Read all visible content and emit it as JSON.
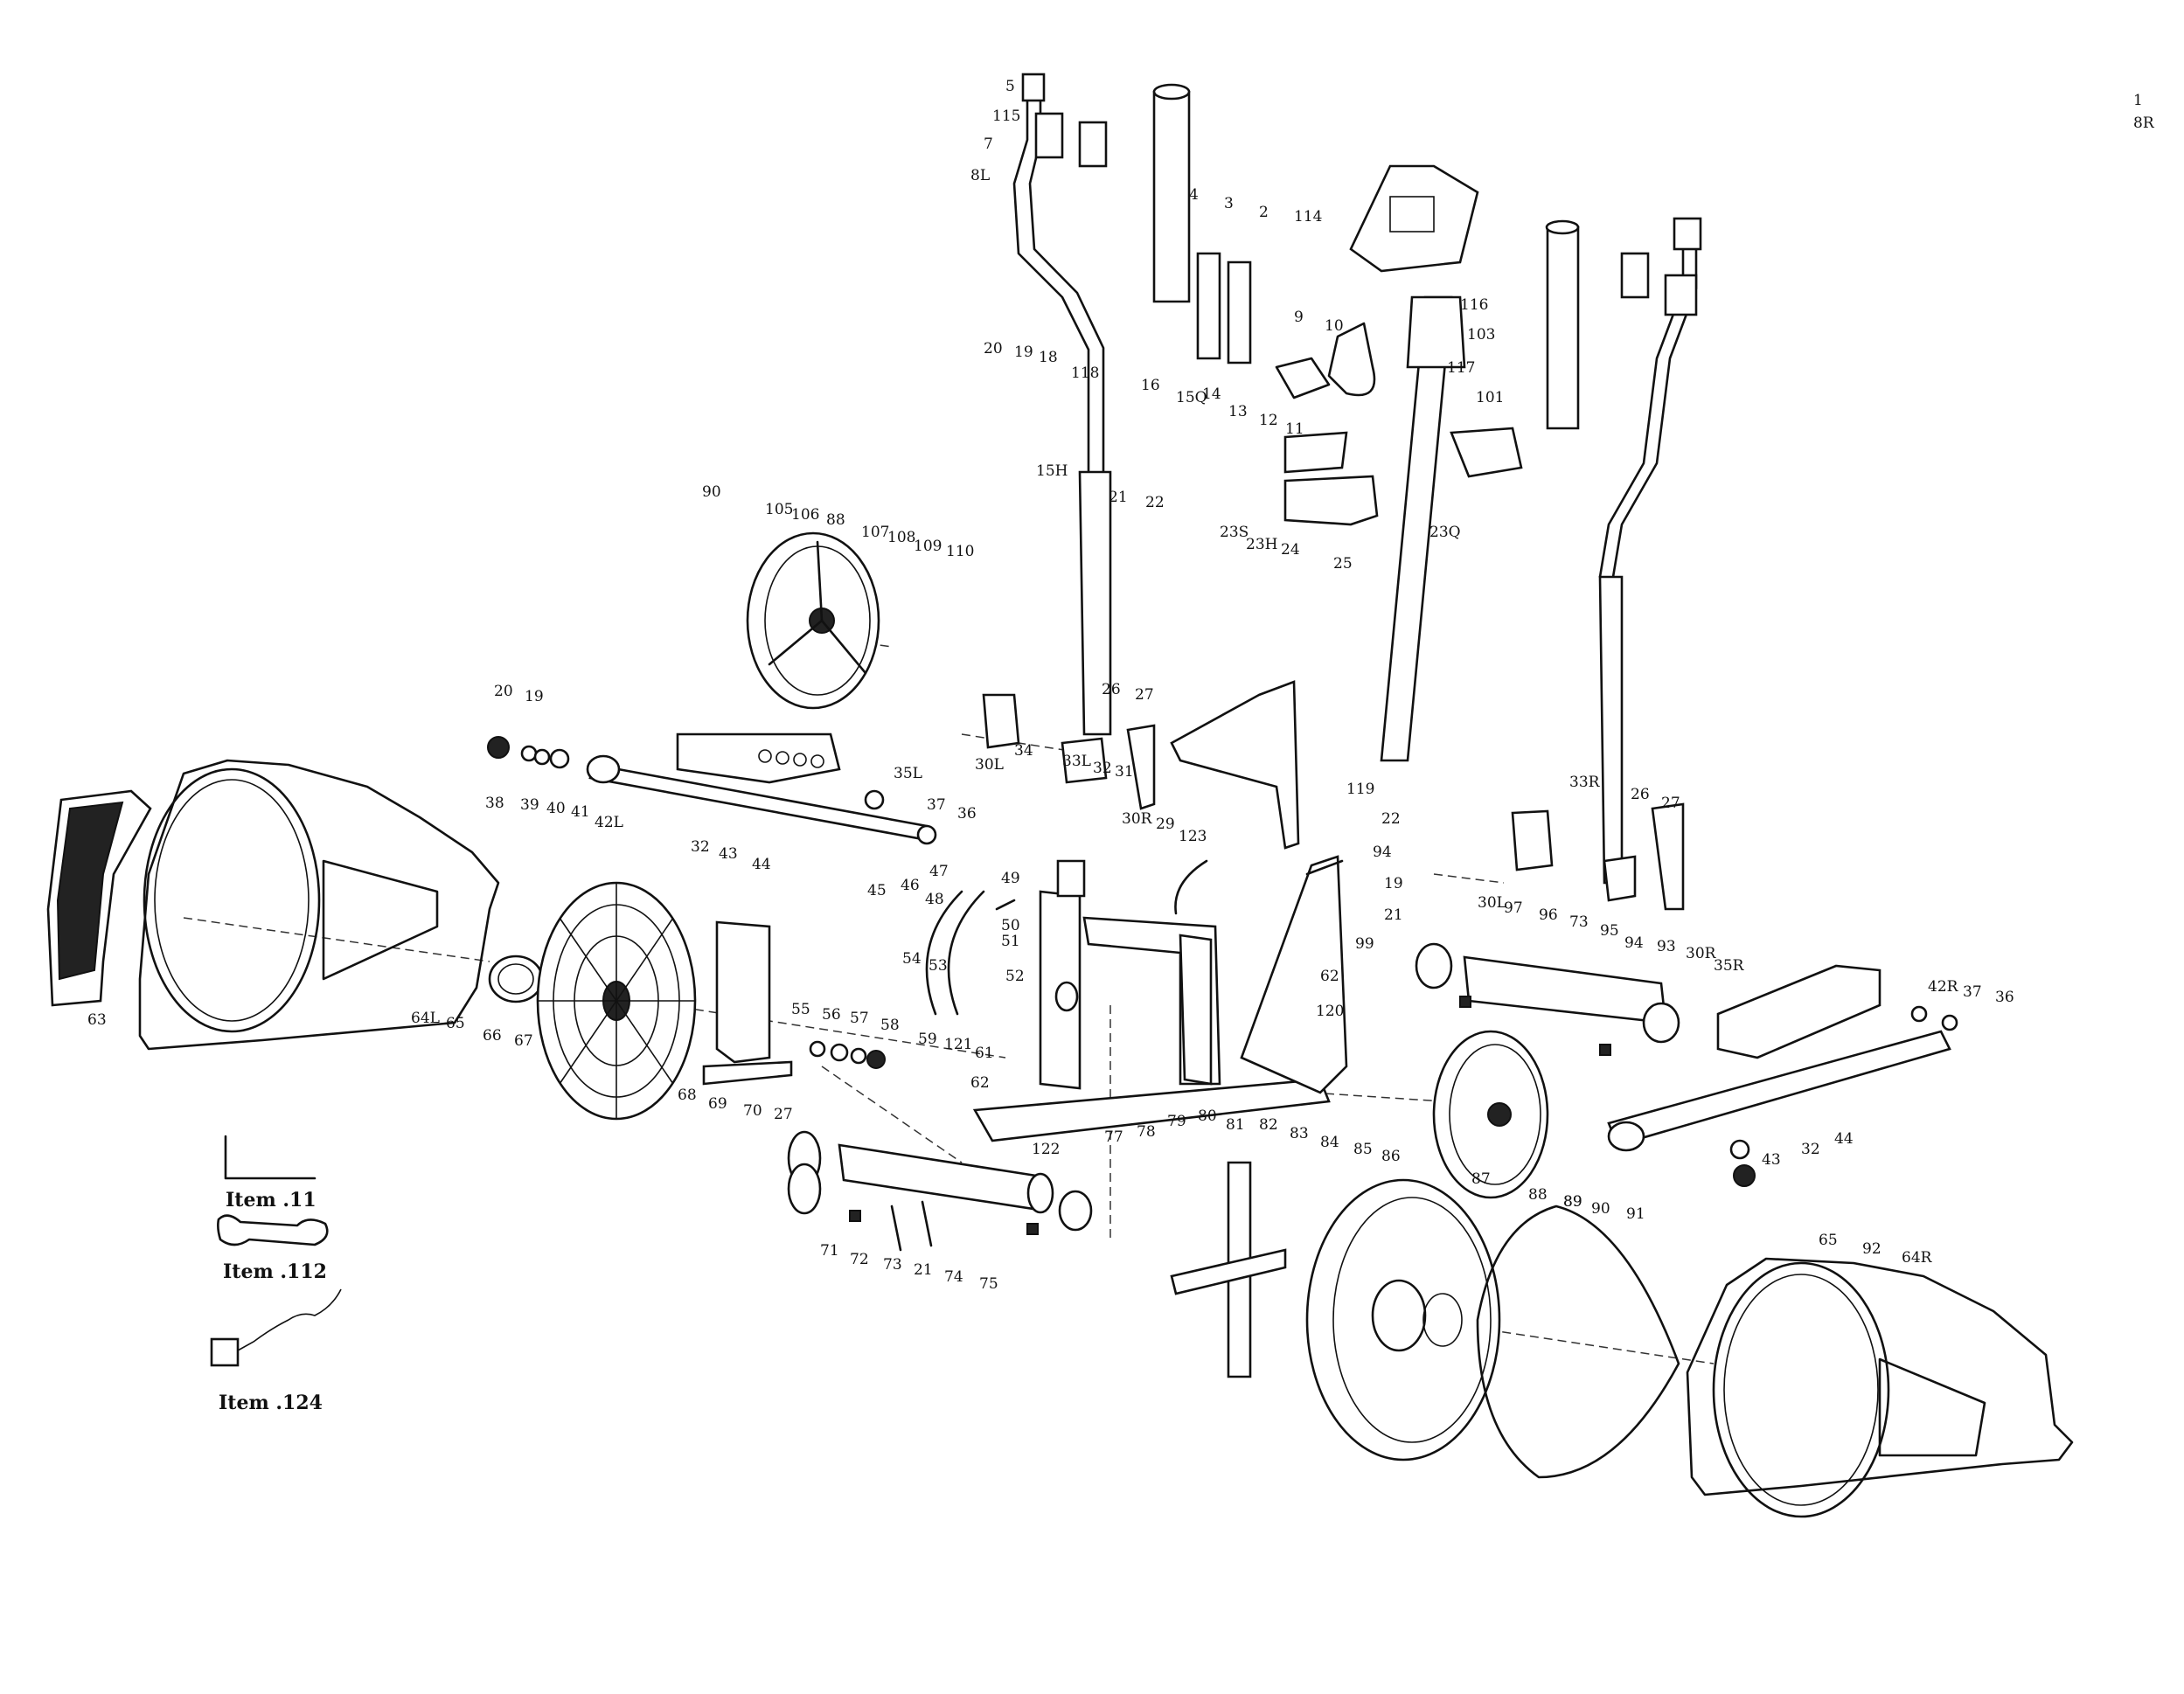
{
  "diagram": {
    "labels": [
      "1",
      "2",
      "3",
      "4",
      "5",
      "7",
      "8L",
      "8R",
      "9",
      "10",
      "11",
      "12",
      "13",
      "14",
      "15H",
      "15Q",
      "16",
      "18",
      "19",
      "20",
      "21",
      "22",
      "23S",
      "23H",
      "23Q",
      "24",
      "25",
      "26",
      "27",
      "29",
      "30L",
      "30R",
      "31",
      "32",
      "33L",
      "33R",
      "34",
      "35L",
      "35R",
      "36",
      "37",
      "38",
      "39",
      "40",
      "41",
      "42L",
      "42R",
      "43",
      "44",
      "45",
      "46",
      "47",
      "48",
      "49",
      "50",
      "51",
      "52",
      "53",
      "54",
      "55",
      "56",
      "57",
      "58",
      "59",
      "61",
      "62",
      "63",
      "64L",
      "64R",
      "65",
      "66",
      "67",
      "68",
      "69",
      "70",
      "71",
      "72",
      "73",
      "74",
      "75",
      "77",
      "78",
      "79",
      "80",
      "81",
      "82",
      "83",
      "84",
      "85",
      "86",
      "87",
      "88",
      "89",
      "90",
      "91",
      "92",
      "93",
      "94",
      "95",
      "96",
      "97",
      "99",
      "101",
      "103",
      "105",
      "106",
      "107",
      "108",
      "109",
      "110",
      "114",
      "115",
      "116",
      "117",
      "118",
      "119",
      "120",
      "121",
      "122",
      "123"
    ],
    "accessories": [
      {
        "id": "allen-key",
        "caption": "Item .11"
      },
      {
        "id": "wrench",
        "caption": "Item .112"
      },
      {
        "id": "adapter",
        "caption": "Item .124"
      }
    ]
  }
}
